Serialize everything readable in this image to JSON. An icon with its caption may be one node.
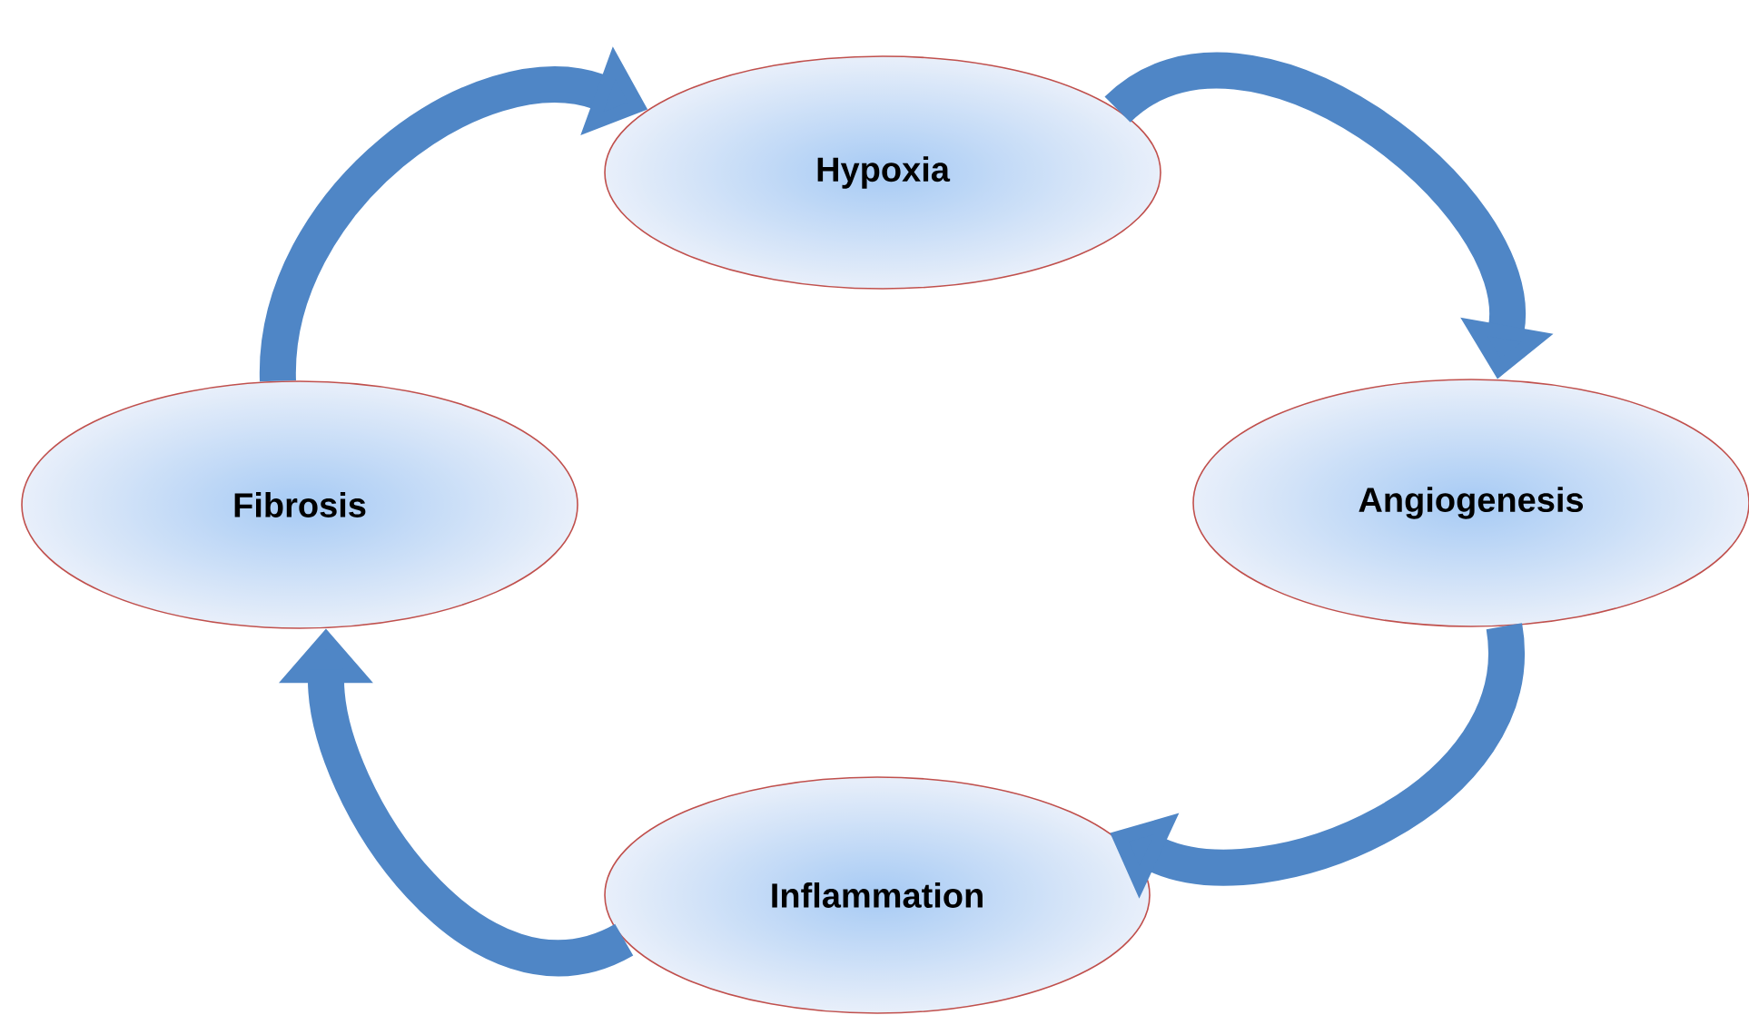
{
  "diagram": {
    "nodes": [
      {
        "text": [
          "Hypoxia"
        ]
      },
      {
        "text": [
          "Fibrosis"
        ]
      },
      {
        "text": [
          "Angiogenesis"
        ]
      },
      {
        "text": [
          "Inflammation"
        ]
      }
    ],
    "edges": [
      {
        "from": 1,
        "to": 0,
        "arrow": "to"
      },
      {
        "from": 0,
        "to": 2,
        "arrow": "to"
      },
      {
        "from": 2,
        "to": 3,
        "arrow": "to"
      },
      {
        "from": 3,
        "to": 1,
        "arrow": "to"
      }
    ]
  }
}
